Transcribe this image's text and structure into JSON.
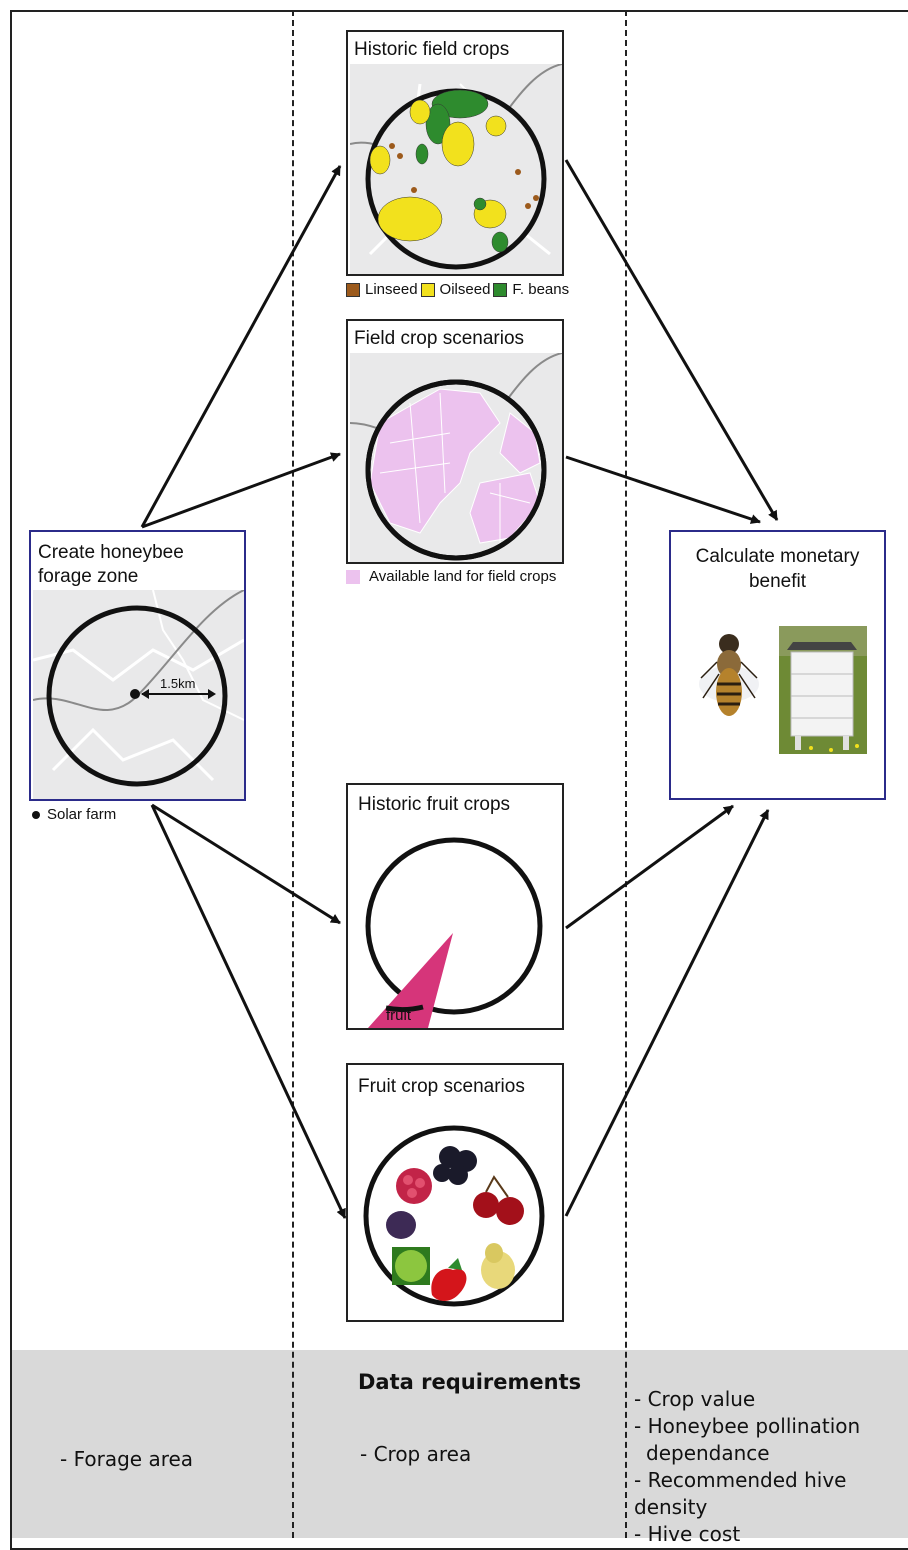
{
  "boxes": {
    "forage_zone": {
      "title_line1": "Create honeybee",
      "title_line2": "forage zone",
      "radius_label": "1.5km",
      "legend_solar": "Solar farm"
    },
    "historic_field": {
      "title": "Historic field crops",
      "legend": [
        {
          "label": "Linseed",
          "color": "#9c5a1c"
        },
        {
          "label": "Oilseed",
          "color": "#f2e11d"
        },
        {
          "label": "F. beans",
          "color": "#2e8b2e"
        }
      ]
    },
    "field_scenarios": {
      "title": "Field crop scenarios",
      "legend": {
        "label": "Available land for field crops",
        "color": "#ecc2ee"
      }
    },
    "historic_fruit": {
      "title": "Historic fruit crops",
      "wedge_label": "fruit",
      "wedge_color": "#d6357a"
    },
    "fruit_scenarios": {
      "title": "Fruit crop scenarios",
      "fruit_icons": [
        "raspberry-icon",
        "blackcurrant-icon",
        "cherry-icon",
        "plum-icon",
        "apple-icon",
        "strawberry-icon",
        "pear-icon"
      ]
    },
    "monetary": {
      "title_line1": "Calculate monetary",
      "title_line2": "benefit",
      "images": [
        "honeybee-icon",
        "beehive-icon"
      ]
    }
  },
  "footer": {
    "title": "Data requirements",
    "col1": "- Forage area",
    "col2": "- Crop area",
    "col3": [
      "- Crop value",
      "- Honeybee pollination",
      "dependance",
      "- Recommended hive density",
      "- Hive cost"
    ]
  },
  "colors": {
    "box_border_blue": "#2b2b8a",
    "footer_bg": "#d9d9d9",
    "map_bg": "#e9e9ea"
  }
}
